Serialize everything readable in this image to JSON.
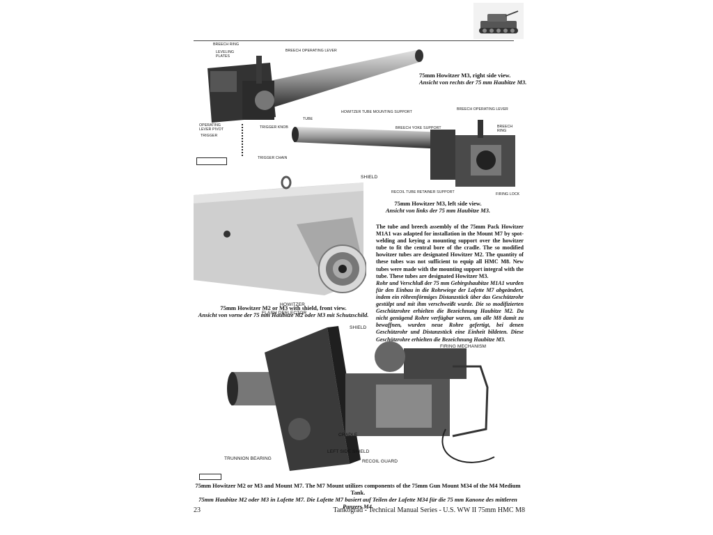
{
  "figures": {
    "fig1": {
      "caption_en": "75mm Howitzer M3, right side view.",
      "caption_de": "Ansicht von rechts der 75 mm Haubitze M3.",
      "labels": {
        "breech_ring": "BREECH RING",
        "leveling_plates": "LEVELING PLATES",
        "breech_operating_lever": "BREECH OPERATING LEVER",
        "operating_lever_pivot": "OPERATING LEVER PIVOT",
        "trigger": "TRIGGER",
        "trigger_knob": "TRIGGER KNOB",
        "trigger_chain": "TRIGGER CHAIN"
      }
    },
    "fig2": {
      "caption_en": "75mm Howitzer M3, left side view.",
      "caption_de": "Ansicht von links der 75 mm Haubitze M3.",
      "labels": {
        "tube": "TUBE",
        "howitzer_tube_mounting_support": "HOWITZER TUBE MOUNTING SUPPORT",
        "breech_operating_lever": "BREECH OPERATING LEVER",
        "breech_yoke_support": "BREECH YOKE SUPPORT",
        "breech_ring": "BREECH RING",
        "recoil_tube_retainer_support": "RECOIL TUBE RETAINER SUPPORT",
        "firing_lock": "FIRING LOCK"
      }
    },
    "fig3": {
      "caption_en": "75mm Howitzer M2 or M3 with shield, front view.",
      "caption_de": "Ansicht von vorne der 75 mm Haubitze M2 oder M3 mit Schutzschild.",
      "labels": {
        "shield": "SHIELD",
        "howitzer": "HOWITZER",
        "flash_deflector": "FLASH DEFLECTOR"
      }
    },
    "fig4": {
      "caption_en": "75mm Howitzer M2 or M3 and Mount M7. The M7 Mount utilizes components of the 75mm Gun Mount M34 of the M4 Medium Tank.",
      "caption_de": "75mm Haubitze M2 oder M3 in Lafette M7. Die Lafette M7 basiert auf Teilen der Lafette M34 für die 75 mm Kanone des mittleren Panzers M4.",
      "labels": {
        "shield": "SHIELD",
        "firing_mechanism": "FIRING MECHANISM",
        "cradle": "CRADLE",
        "trunnion_bearing": "TRUNNION BEARING",
        "left_side_shield": "LEFT SIDE SHIELD",
        "recoil_guard": "RECOIL GUARD"
      }
    }
  },
  "body": {
    "en": "The tube and breech assembly of the 75mm Pack Howitzer M1A1 was adapted for installation in the Mount M7 by spot-welding and keying a mounting support over the howitzer tube to fit the central bore of the cradle. The so modified howitzer tubes are designated Howitzer M2. The quantity of these tubes was not sufficient to equip all HMC M8. New tubes were made with the mounting support integral with the tube. These tubes are designated Howitzer M3.",
    "de": "Rohr und Verschluß der 75 mm Gebirgshaubitze M1A1 wurden für den Einbau in die Rohrwiege der Lafette M7 abgeändert, indem ein röhrenförmiges Distanzstück über das Geschützrohr gestülpt und mit ihm verschweißt wurde. Die so modifizierten Geschützrohre erhielten die Bezeichnung Haubitze M2. Da nicht genügend Rohre verfügbar waren, um alle M8 damit zu bewaffnen, wurden neue Rohre gefertigt, bei denen Geschützrohr und Distanzstück eine Einheit bildeten. Diese Geschützrohre erhielten die Bezeichnung Haubitze M3."
  },
  "footer": {
    "page_number": "23",
    "series": "Tankograd - Technical Manual Series - U.S. WW II 75mm HMC M8"
  },
  "colors": {
    "ink": "#111111",
    "photo_bg": "#e8e8e8",
    "metal_dark": "#2b2b2b",
    "metal_light": "#bdbdbd"
  }
}
